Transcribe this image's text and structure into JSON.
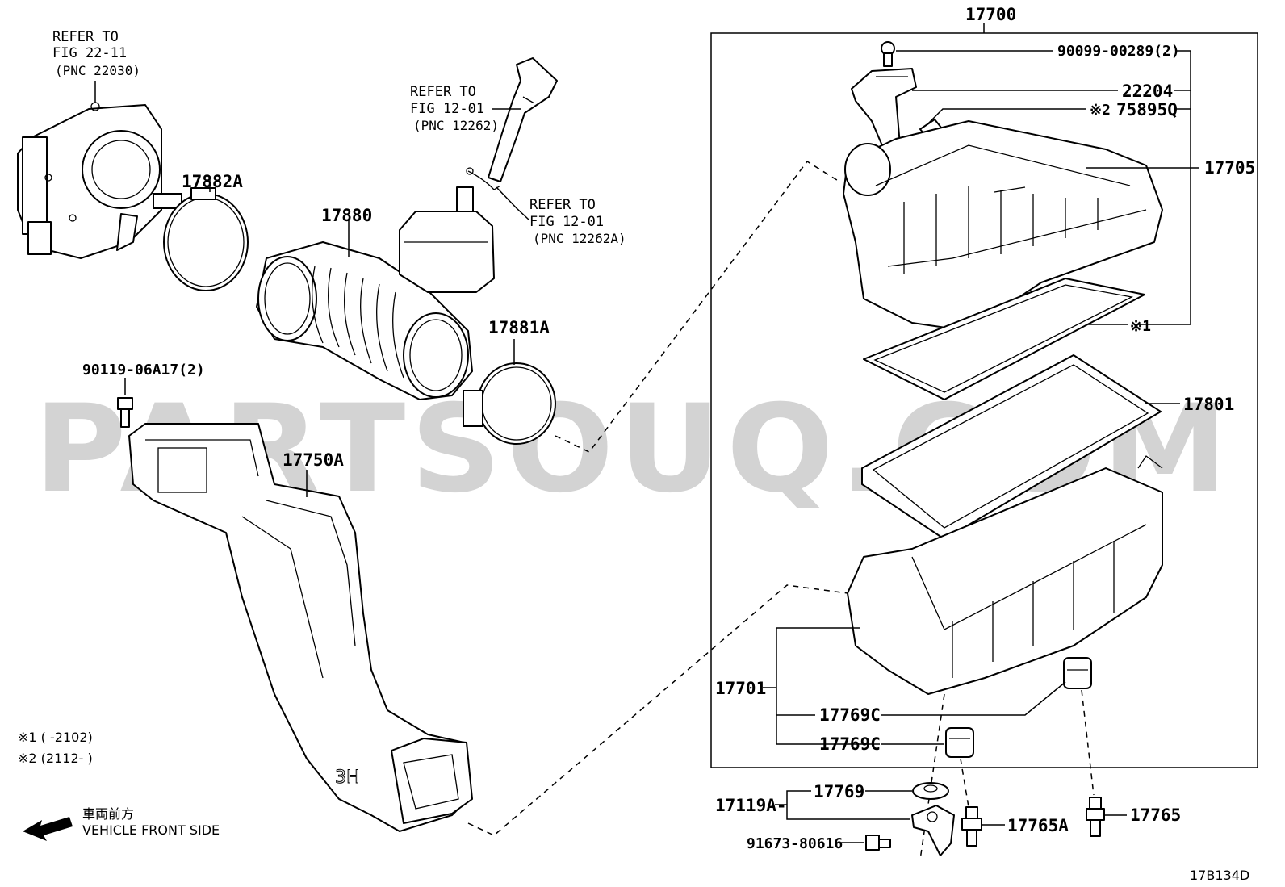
{
  "watermark": "PARTSOUQ.COM",
  "assembly_label": "17700",
  "part_labels": {
    "p90099": "90099-00289(2)",
    "p22204": "22204",
    "p75895q": "75895Q",
    "p75895q_mark": "※2",
    "p17705": "17705",
    "mark1": "※1",
    "p17801": "17801",
    "p17701": "17701",
    "p17769c_a": "17769C",
    "p17769c_b": "17769C",
    "p17769": "17769",
    "p17119a": "17119A-",
    "p17765a": "17765A",
    "p17765": "17765",
    "p91673": "91673-80616",
    "p17882a": "17882A",
    "p17880": "17880",
    "p17881a": "17881A",
    "p17750a": "17750A",
    "p90119": "90119-06A17(2)"
  },
  "references": {
    "throttle": {
      "l1": "REFER TO",
      "l2": "FIG 22-11",
      "l3": "(PNC 22030)"
    },
    "hose": {
      "l1": "REFER TO",
      "l2": "FIG 12-01",
      "l3": "(PNC 12262)"
    },
    "clip": {
      "l1": "REFER TO",
      "l2": "FIG 12-01",
      "l3": "(PNC 12262A)"
    }
  },
  "footnotes": {
    "n1": "※1 (      -2102)",
    "n2": "※2 (2112-      )"
  },
  "direction": {
    "jp": "車両前方",
    "en": "VEHICLE FRONT SIDE"
  },
  "figure_code": "17B134D"
}
